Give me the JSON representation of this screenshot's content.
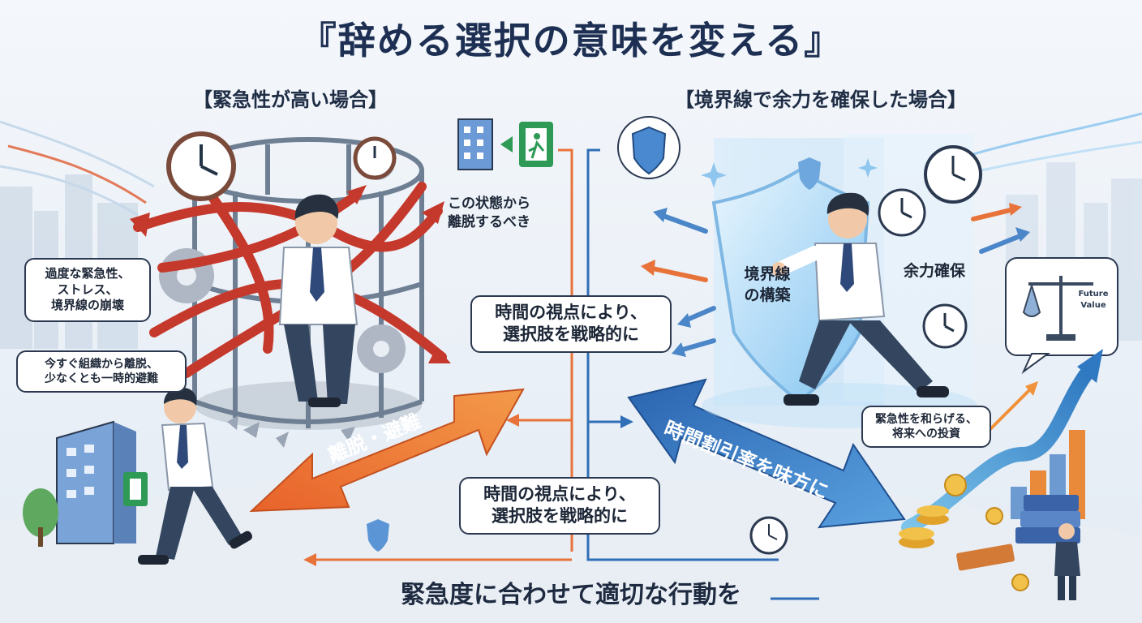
{
  "title": "『辞める選択の意味を変える』",
  "left": {
    "heading": "【緊急性が高い場合】",
    "symptoms_lines": [
      "過度な緊急性、",
      "ストレス、",
      "境界線の崩壊"
    ],
    "escape_lines": [
      "今すぐ組織から離脱、",
      "少なくとも一時的避難"
    ],
    "exit_lines": [
      "この状態から",
      "離脱するべき"
    ],
    "arrow_label": "離脱・避難",
    "accent": "#e8733a"
  },
  "right": {
    "heading": "【境界線で余力を確保した場合】",
    "shield_lines": [
      "境界線",
      "の構築"
    ],
    "capacity_label": "余力確保",
    "scale_lines": [
      "Future",
      "Value"
    ],
    "invest_lines": [
      "緊急性を和らげる、",
      "将来への投資"
    ],
    "arrow_label": "時間割引率を味方に",
    "accent": "#2f6fb7"
  },
  "center": {
    "upper_lines": [
      "時間の視点により、",
      "選択肢を戦略的に"
    ],
    "lower_lines": [
      "時間の視点により、",
      "選択肢を戦略的に"
    ]
  },
  "bottom": "緊急度に合わせて適切な行動を"
}
